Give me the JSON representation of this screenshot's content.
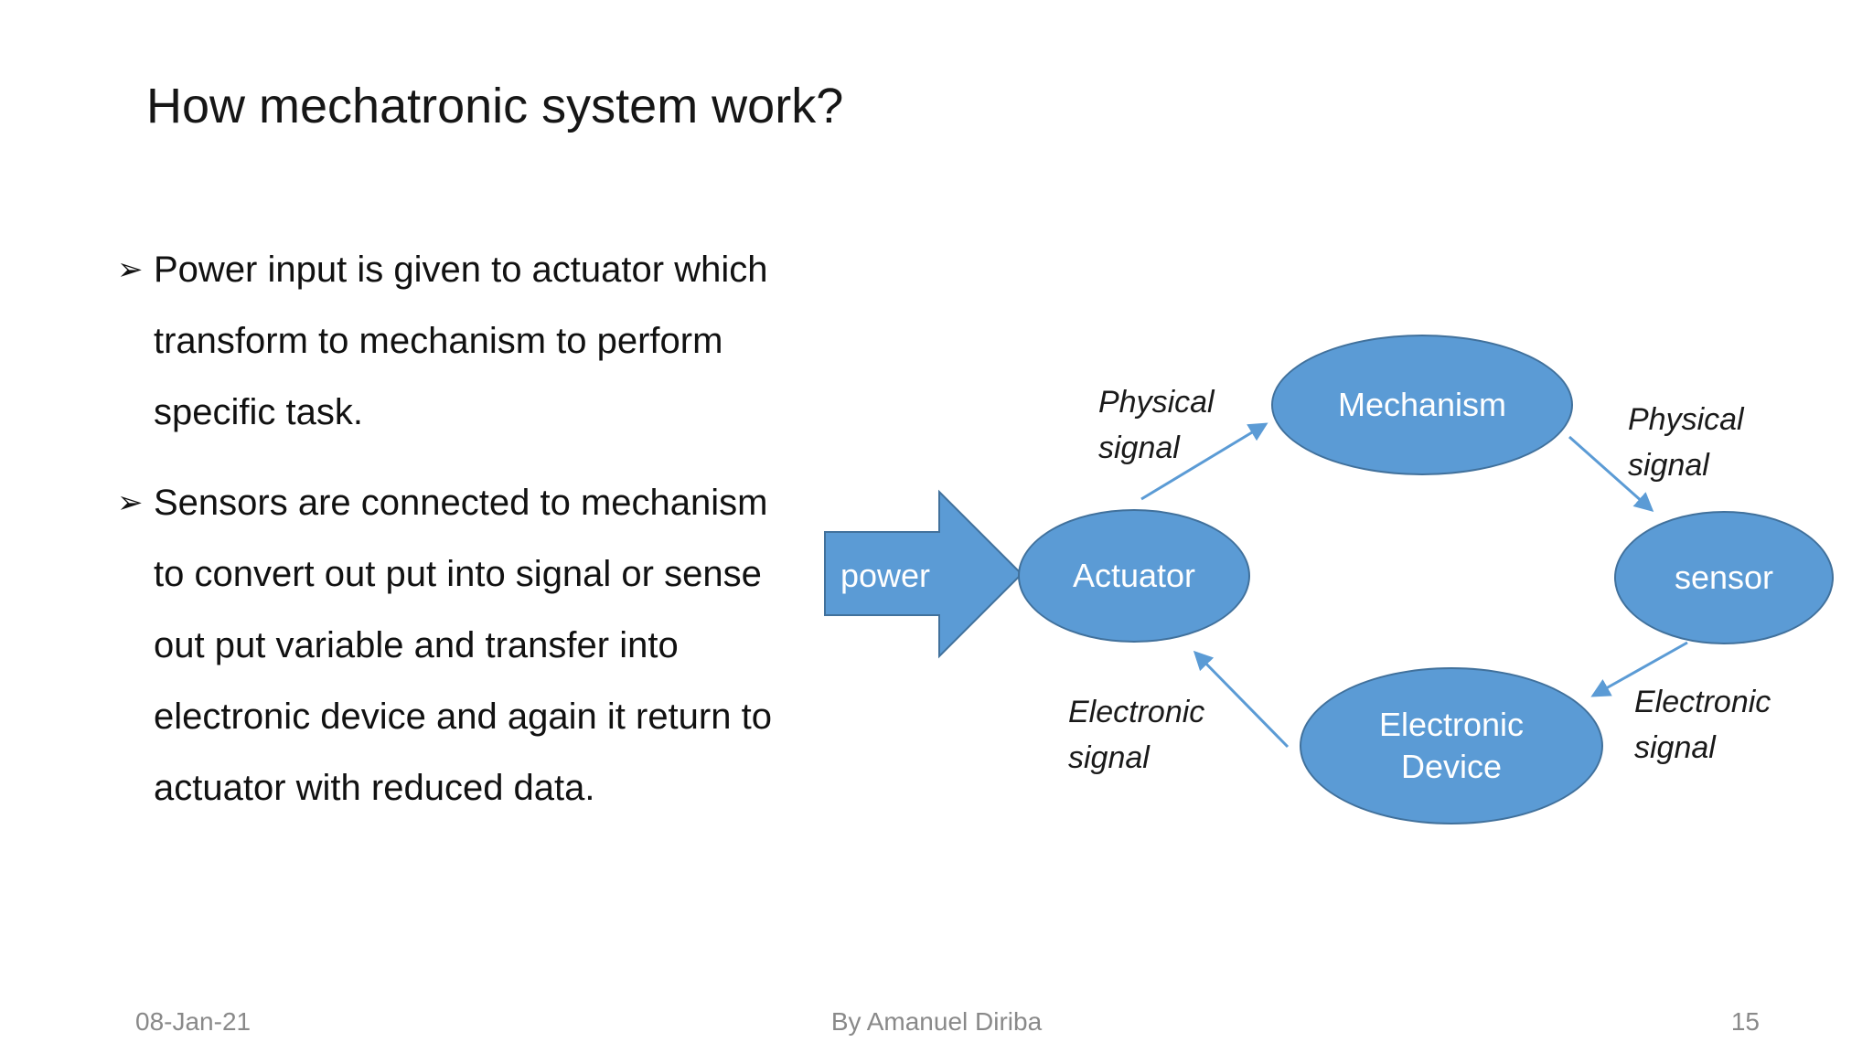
{
  "slide": {
    "title": "How mechatronic system work?",
    "bullets": [
      {
        "marker": "➢",
        "lines": [
          "Power input is given to actuator which",
          "transform to mechanism to perform",
          "specific task."
        ]
      },
      {
        "marker": "➢",
        "lines": [
          "Sensors are connected to mechanism",
          "to convert out put into signal or sense",
          "out put variable and transfer into",
          "electronic device and again it return to",
          "actuator with reduced data."
        ]
      }
    ],
    "footer": {
      "date": "08-Jan-21",
      "author": "By Amanuel Diriba",
      "page_number": "15"
    }
  },
  "diagram": {
    "input_arrow": {
      "label": "power",
      "shape": "right-block-arrow"
    },
    "nodes": [
      {
        "id": "actuator",
        "label": "Actuator"
      },
      {
        "id": "mechanism",
        "label": "Mechanism"
      },
      {
        "id": "sensor",
        "label": "sensor"
      },
      {
        "id": "electronic-device",
        "label": "Electronic Device",
        "lines": [
          "Electronic",
          "Device"
        ]
      }
    ],
    "connections": [
      {
        "from": "actuator",
        "to": "mechanism",
        "label": "Physical signal"
      },
      {
        "from": "mechanism",
        "to": "sensor",
        "label": "Physical signal"
      },
      {
        "from": "sensor",
        "to": "electronic-device",
        "label": "Electronic signal"
      },
      {
        "from": "electronic-device",
        "to": "actuator",
        "label": "Electronic signal"
      }
    ],
    "edge_labels": [
      {
        "id": "physical-signal-left",
        "lines": [
          "Physical",
          "signal"
        ]
      },
      {
        "id": "physical-signal-right",
        "lines": [
          "Physical",
          "signal"
        ]
      },
      {
        "id": "electronic-signal-left",
        "lines": [
          "Electronic",
          "signal"
        ]
      },
      {
        "id": "electronic-signal-right",
        "lines": [
          "Electronic",
          "signal"
        ]
      }
    ],
    "colors": {
      "shape_fill": "#5B9BD5",
      "shape_border": "#41719C",
      "connector": "#5B9BD5",
      "node_text": "#ffffff",
      "label_text": "#1a1a1a",
      "footer_text": "#898989"
    }
  }
}
